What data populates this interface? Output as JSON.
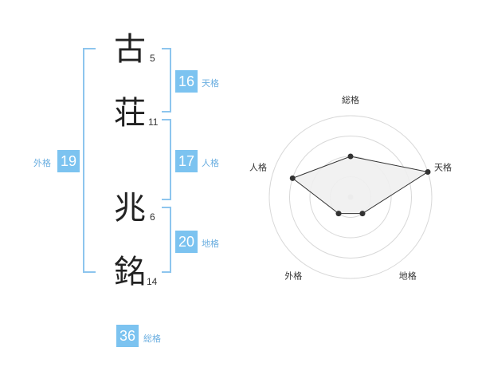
{
  "name": {
    "chars": [
      {
        "char": "古",
        "strokes": "5"
      },
      {
        "char": "荘",
        "strokes": "11"
      },
      {
        "char": "兆",
        "strokes": "6"
      },
      {
        "char": "銘",
        "strokes": "14"
      }
    ]
  },
  "kaku": {
    "tenkaku": {
      "value": "16",
      "label": "天格"
    },
    "jinkaku": {
      "value": "17",
      "label": "人格"
    },
    "chikaku": {
      "value": "20",
      "label": "地格"
    },
    "gaikaku": {
      "value": "19",
      "label": "外格"
    },
    "soukaku": {
      "value": "36",
      "label": "総格"
    }
  },
  "chart_data": {
    "type": "radar",
    "axes": [
      "総格",
      "天格",
      "地格",
      "外格",
      "人格"
    ],
    "values": [
      2,
      4,
      1,
      1,
      3
    ],
    "range": [
      0,
      4
    ],
    "rings": 4,
    "colors": {
      "fill": "#f0f0f0",
      "stroke": "#333333",
      "grid": "#d8d8d8",
      "point": "#333333",
      "center": "#c8c8c8"
    }
  }
}
